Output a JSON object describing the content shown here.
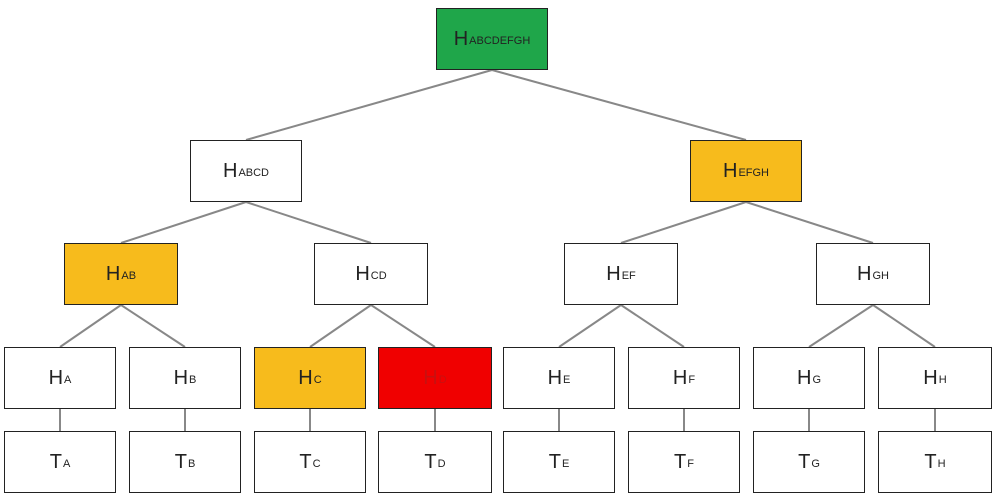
{
  "colors": {
    "root": "#1fa64a",
    "highlight": "#f7bb1c",
    "target": "#f00000",
    "default": "#ffffff",
    "line": "#888888"
  },
  "nodes": {
    "root": {
      "base": "H",
      "sub": "ABCDEFGH",
      "color": "green"
    },
    "abcd": {
      "base": "H",
      "sub": "ABCD",
      "color": "white"
    },
    "efgh": {
      "base": "H",
      "sub": "EFGH",
      "color": "gold"
    },
    "ab": {
      "base": "H",
      "sub": "AB",
      "color": "gold"
    },
    "cd": {
      "base": "H",
      "sub": "CD",
      "color": "white"
    },
    "ef": {
      "base": "H",
      "sub": "EF",
      "color": "white"
    },
    "gh": {
      "base": "H",
      "sub": "GH",
      "color": "white"
    },
    "ha": {
      "base": "H",
      "sub": "A",
      "color": "white"
    },
    "hb": {
      "base": "H",
      "sub": "B",
      "color": "white"
    },
    "hc": {
      "base": "H",
      "sub": "C",
      "color": "gold"
    },
    "hd": {
      "base": "H",
      "sub": "D",
      "color": "red"
    },
    "he": {
      "base": "H",
      "sub": "E",
      "color": "white"
    },
    "hf": {
      "base": "H",
      "sub": "F",
      "color": "white"
    },
    "hg": {
      "base": "H",
      "sub": "G",
      "color": "white"
    },
    "hh": {
      "base": "H",
      "sub": "H",
      "color": "white"
    },
    "ta": {
      "base": "T",
      "sub": "A",
      "color": "white"
    },
    "tb": {
      "base": "T",
      "sub": "B",
      "color": "white"
    },
    "tc": {
      "base": "T",
      "sub": "C",
      "color": "white"
    },
    "td": {
      "base": "T",
      "sub": "D",
      "color": "white"
    },
    "te": {
      "base": "T",
      "sub": "E",
      "color": "white"
    },
    "tf": {
      "base": "T",
      "sub": "F",
      "color": "white"
    },
    "tg": {
      "base": "T",
      "sub": "G",
      "color": "white"
    },
    "th": {
      "base": "T",
      "sub": "H",
      "color": "white"
    }
  },
  "edges": [
    [
      "root",
      "abcd"
    ],
    [
      "root",
      "efgh"
    ],
    [
      "abcd",
      "ab"
    ],
    [
      "abcd",
      "cd"
    ],
    [
      "efgh",
      "ef"
    ],
    [
      "efgh",
      "gh"
    ],
    [
      "ab",
      "ha"
    ],
    [
      "ab",
      "hb"
    ],
    [
      "cd",
      "hc"
    ],
    [
      "cd",
      "hd"
    ],
    [
      "ef",
      "he"
    ],
    [
      "ef",
      "hf"
    ],
    [
      "gh",
      "hg"
    ],
    [
      "gh",
      "hh"
    ],
    [
      "ha",
      "ta"
    ],
    [
      "hb",
      "tb"
    ],
    [
      "hc",
      "tc"
    ],
    [
      "hd",
      "td"
    ],
    [
      "he",
      "te"
    ],
    [
      "hf",
      "tf"
    ],
    [
      "hg",
      "tg"
    ],
    [
      "hh",
      "th"
    ]
  ]
}
